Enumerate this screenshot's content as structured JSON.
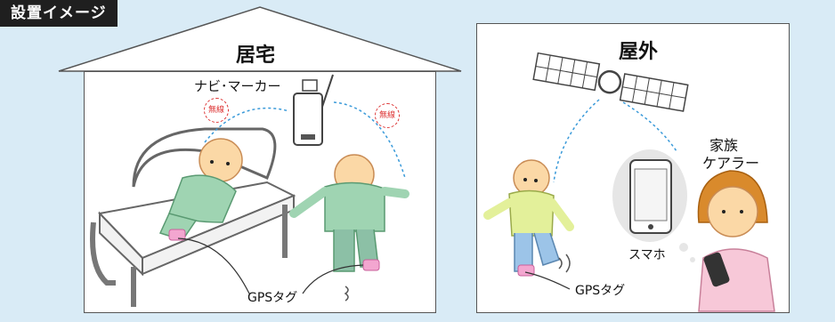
{
  "badge": "設置イメージ",
  "indoor": {
    "title": "居宅",
    "navi_label": "ナビ･マーカー",
    "wireless_left": "無線",
    "wireless_right": "無線",
    "gps_tag_label": "GPSタグ"
  },
  "outdoor": {
    "title": "屋外",
    "family_label_line1": "家族",
    "family_label_line2": "ケアラー",
    "phone_label": "スマホ",
    "gps_tag_label": "GPSタグ"
  }
}
